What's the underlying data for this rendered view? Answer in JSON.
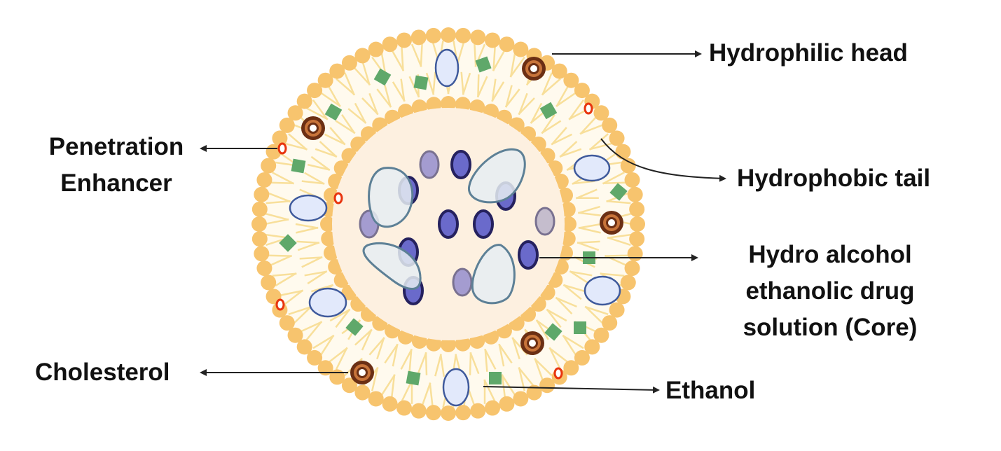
{
  "title": "Ethosome structure",
  "labels": {
    "hydrophilic_head": "Hydrophilic head",
    "penetration_enhancer_line1": "Penetration",
    "penetration_enhancer_line2": "Enhancer",
    "hydrophobic_tail": "Hydrophobic tail",
    "core_line1": "Hydro alcohol",
    "core_line2": "ethanolic drug",
    "core_line3": "solution (Core)",
    "cholesterol": "Cholesterol",
    "ethanol": "Ethanol"
  },
  "colors": {
    "head": "#f7c46e",
    "tail": "#f8df9a",
    "bilayer_fill": "#fffaee",
    "core_fill": "#fdf0e0",
    "cholesterol_outer": "#6b2f14",
    "cholesterol_mid": "#c8743a",
    "enhancer": "#e8350f",
    "ethanol_square": "#5fa86a",
    "vesicle_fill": "#e2e9fb",
    "vesicle_stroke": "#3f5a9c",
    "drug_dark": "#6a6acb",
    "drug_dark_stroke": "#25215e",
    "drug_light": "#9b93cf",
    "drug_light_stroke": "#6b6488",
    "droplet_fill": "#e6edf2",
    "droplet_stroke": "#5d8096",
    "arrow": "#222222"
  }
}
